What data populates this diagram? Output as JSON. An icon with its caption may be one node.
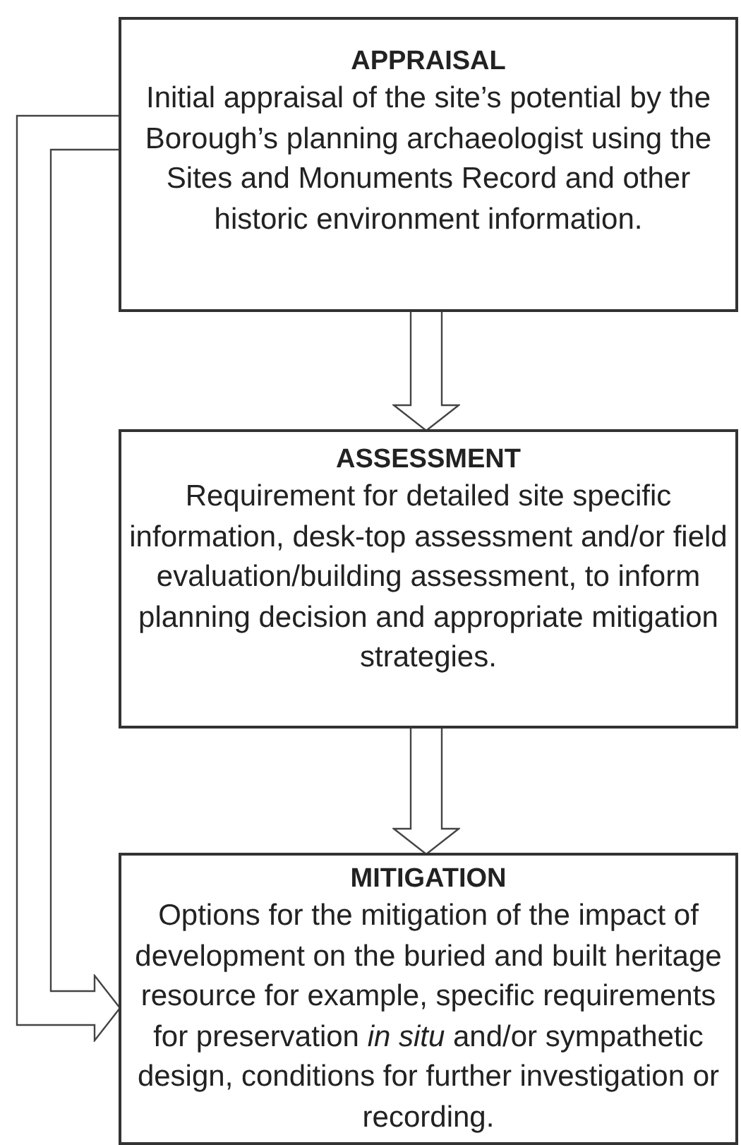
{
  "diagram": {
    "nodes": [
      {
        "text": [
          "APPRAISAL",
          "Initial appraisal of the site’s potential by the Borough’s planning archaeologist using the Sites and Monuments Record and other historic environment information."
        ]
      },
      {
        "text": [
          "ASSESSMENT",
          "Requirement for detailed site specific information, desk-top assessment and/or field evaluation/building assessment, to inform planning decision and appropriate mitigation strategies."
        ]
      },
      {
        "text": [
          "MITIGATION",
          "Options for the mitigation of the impact of development on the buried and built heritage resource for example, specific requirements for preservation *in situ* and/or sympathetic design, conditions for further investigation or recording."
        ]
      }
    ],
    "edges": [
      {
        "from": 0,
        "to": 1,
        "arrow": "to"
      },
      {
        "from": 1,
        "to": 2,
        "arrow": "to"
      },
      {
        "from": 0,
        "to": 2,
        "arrow": "to"
      }
    ]
  }
}
